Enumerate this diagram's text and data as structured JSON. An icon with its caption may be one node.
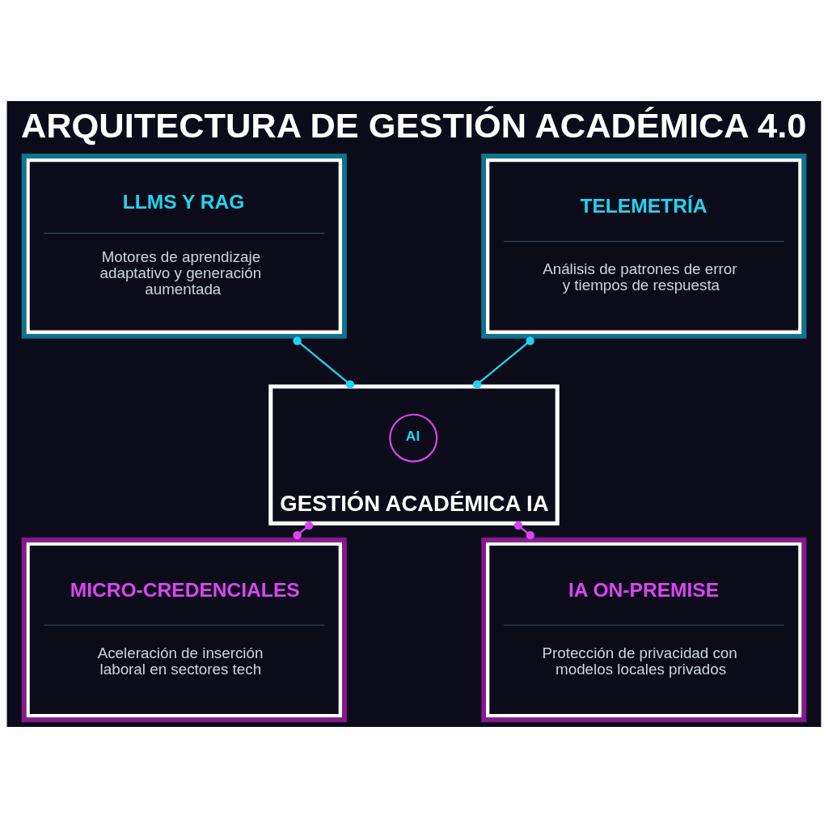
{
  "diagram": {
    "title": "ARQUITECTURA DE GESTIÓN ACADÉMICA 4.0",
    "nodes": [
      {
        "text": [
          "LLMS Y RAG",
          "Motores de aprendizaje adaptativo y generación aumentada"
        ]
      },
      {
        "text": [
          "TELEMETRÍA",
          "Análisis de patrones de error y tiempos de respuesta"
        ]
      },
      {
        "text": [
          "GESTIÓN ACADÉMICA IA"
        ]
      },
      {
        "text": [
          "AI"
        ],
        "in": 2
      },
      {
        "text": [
          "MICRO-CREDENCIALES",
          "Aceleración de inserción laboral en sectores tech"
        ]
      },
      {
        "text": [
          "IA ON-PREMISE",
          "Protección de privacidad con modelos locales privados"
        ]
      }
    ],
    "edges": [
      {
        "from": 0,
        "to": 2,
        "arrow": "other",
        "color": "#22d3ee"
      },
      {
        "from": 1,
        "to": 2,
        "arrow": "other",
        "color": "#22d3ee"
      },
      {
        "from": 2,
        "to": 4,
        "arrow": "other",
        "color": "#d946ef"
      },
      {
        "from": 2,
        "to": 5,
        "arrow": "other",
        "color": "#d946ef"
      }
    ]
  }
}
